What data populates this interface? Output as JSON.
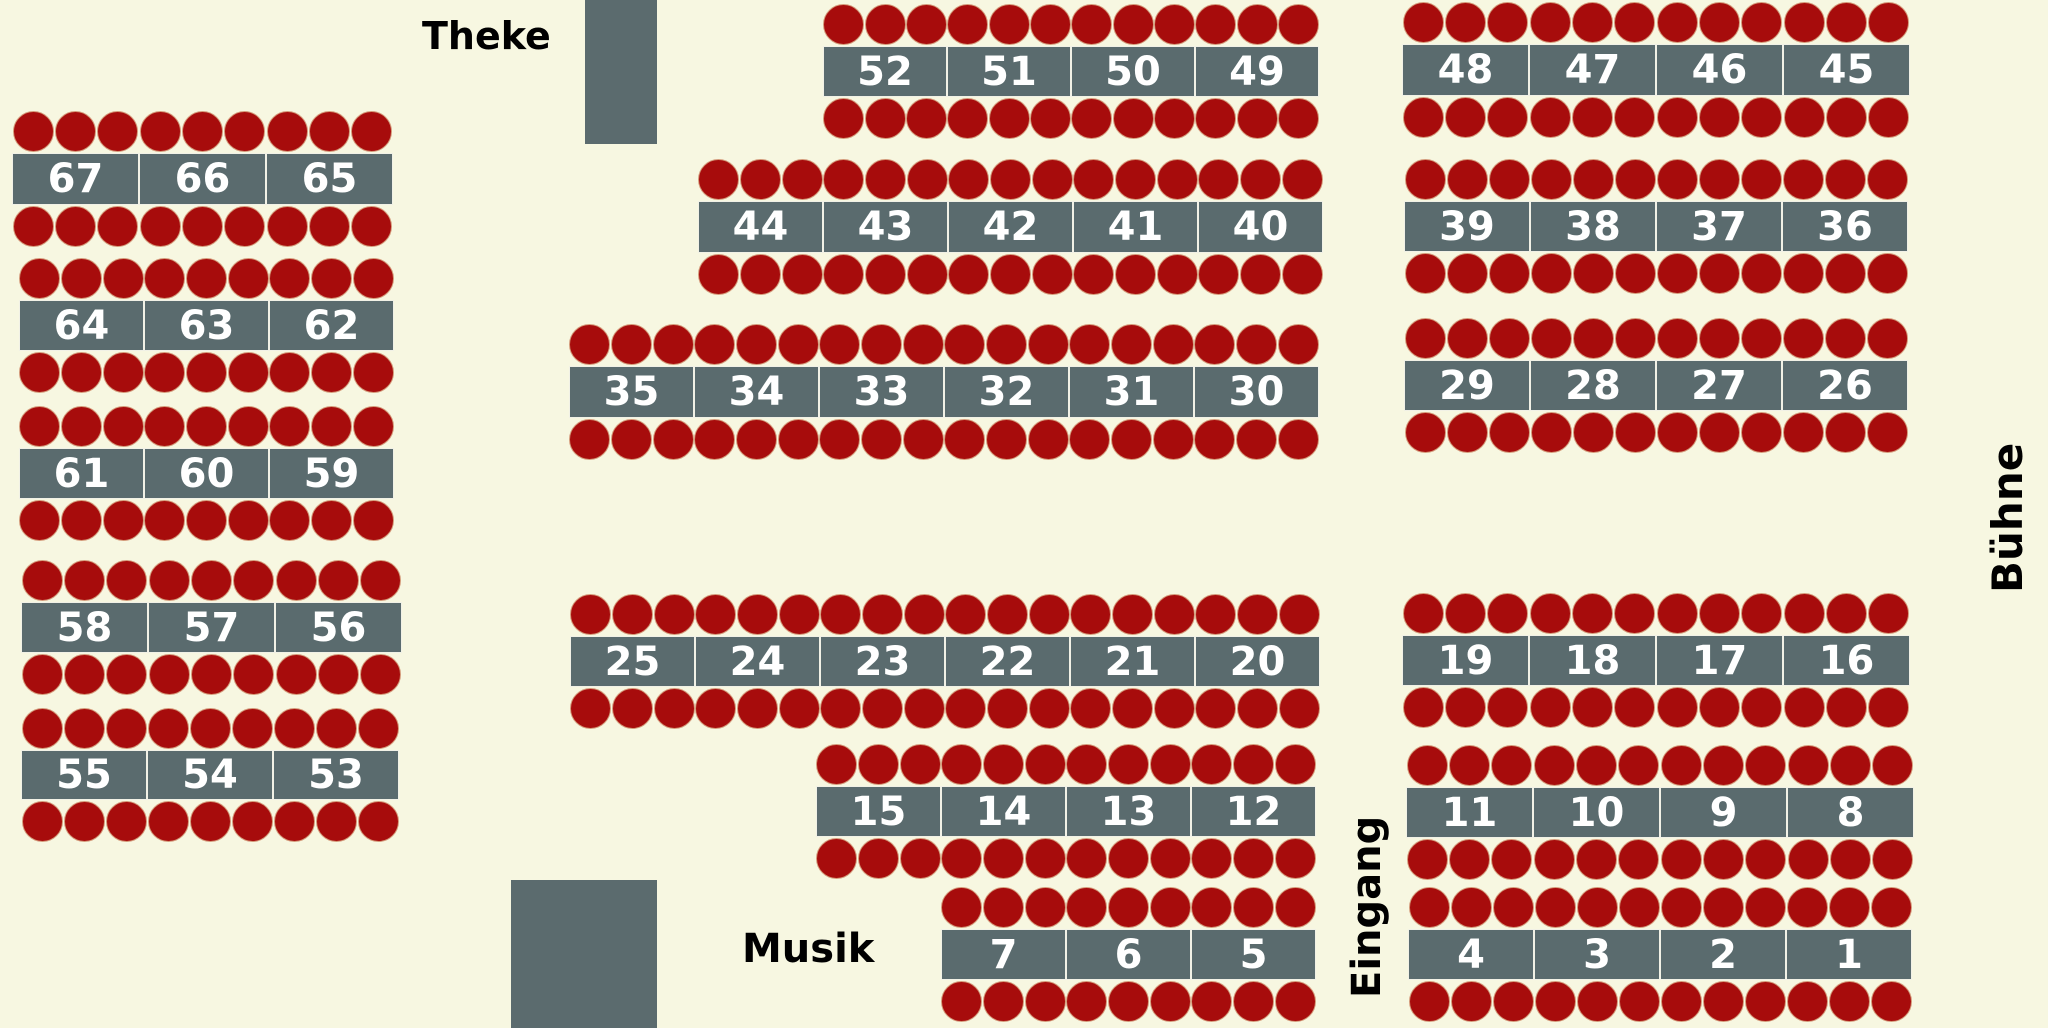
{
  "labels": {
    "theke": "Theke",
    "musik": "Musik",
    "eingang": "Eingang",
    "buehne": "Bühne"
  },
  "tables": [
    "1",
    "2",
    "3",
    "4",
    "5",
    "6",
    "7",
    "8",
    "9",
    "10",
    "11",
    "12",
    "13",
    "14",
    "15",
    "16",
    "17",
    "18",
    "19",
    "20",
    "21",
    "22",
    "23",
    "24",
    "25",
    "26",
    "27",
    "28",
    "29",
    "30",
    "31",
    "32",
    "33",
    "34",
    "35",
    "36",
    "37",
    "38",
    "39",
    "40",
    "41",
    "42",
    "43",
    "44",
    "45",
    "46",
    "47",
    "48",
    "49",
    "50",
    "51",
    "52",
    "53",
    "54",
    "55",
    "56",
    "57",
    "58",
    "59",
    "60",
    "61",
    "62",
    "63",
    "64",
    "65",
    "66",
    "67"
  ],
  "colors": {
    "background": "#f7f7e1",
    "table": "#5a6b6e",
    "chair": "#a70c0c",
    "text_on_table": "#ffffff"
  }
}
